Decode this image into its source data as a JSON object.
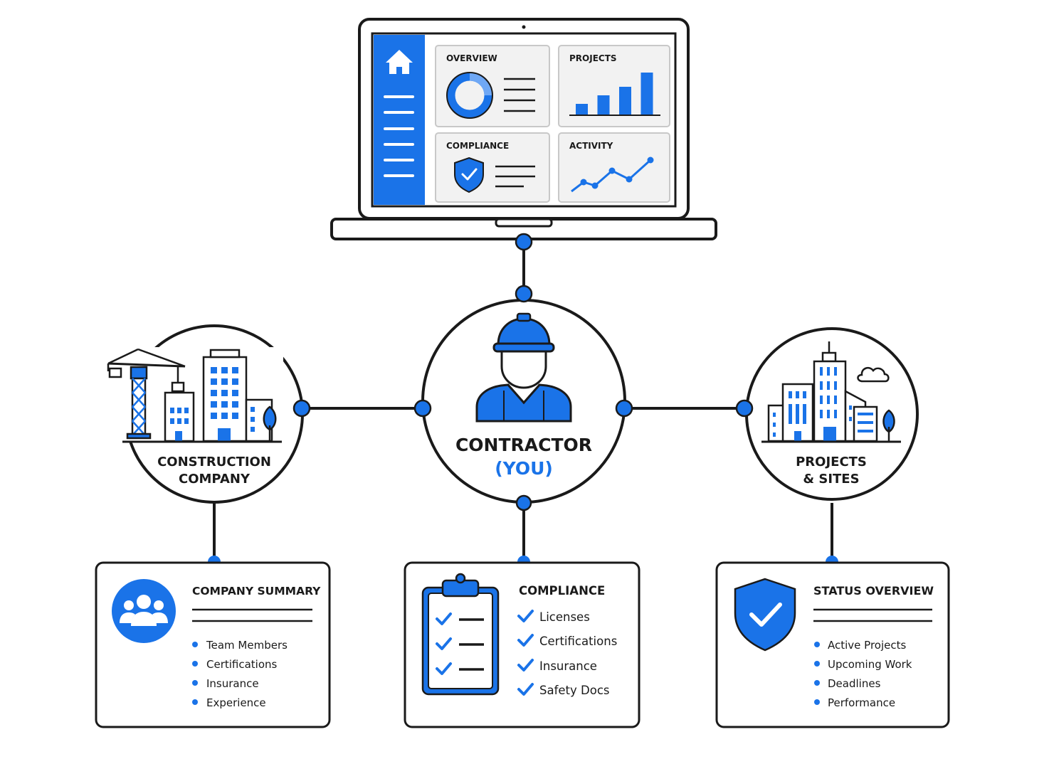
{
  "colors": {
    "accent": "#1a73e8",
    "accent_light": "#6fa8f5",
    "stroke": "#1a1a1a",
    "panel_bg": "#f2f2f2"
  },
  "laptop": {
    "panels": {
      "overview": "OVERVIEW",
      "projects": "PROJECTS",
      "compliance": "COMPLIANCE",
      "activity": "ACTIVITY"
    },
    "projects_bars": [
      0.2,
      0.35,
      0.5,
      0.75
    ]
  },
  "nodes": {
    "center": {
      "line1": "CONTRACTOR",
      "line2": "(YOU)"
    },
    "left": {
      "line1": "CONSTRUCTION",
      "line2": "COMPANY"
    },
    "right": {
      "line1": "PROJECTS",
      "line2": "& SITES"
    }
  },
  "cards": {
    "company": {
      "title": "COMPANY SUMMARY",
      "items": [
        "Team Members",
        "Certifications",
        "Insurance",
        "Experience"
      ]
    },
    "compliance": {
      "title": "COMPLIANCE",
      "items": [
        "Licenses",
        "Certifications",
        "Insurance",
        "Safety Docs"
      ]
    },
    "status": {
      "title": "STATUS OVERVIEW",
      "items": [
        "Active Projects",
        "Upcoming Work",
        "Deadlines",
        "Performance"
      ]
    }
  }
}
